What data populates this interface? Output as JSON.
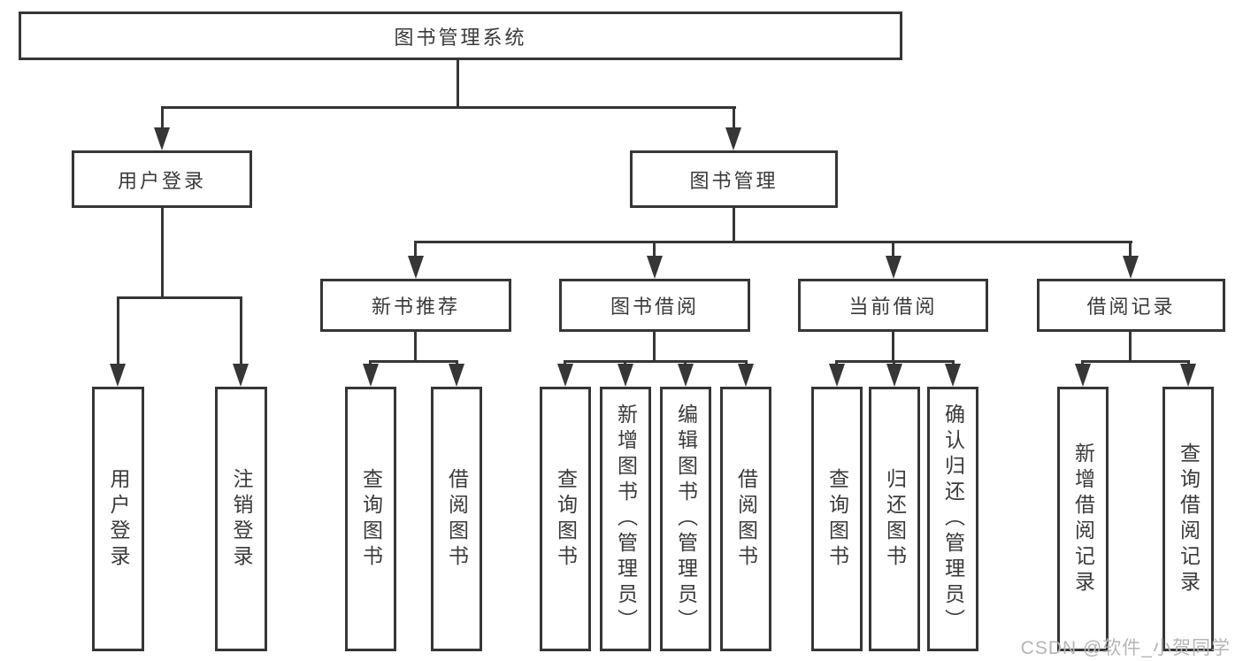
{
  "diagram": {
    "title": "图书管理系统",
    "level2": {
      "user_login": "用户登录",
      "book_mgmt": "图书管理"
    },
    "level3": {
      "new_book": "新书推荐",
      "book_borrow": "图书借阅",
      "current_borrow": "当前借阅",
      "borrow_record": "借阅记录"
    },
    "leaves": {
      "user_login": [
        "用户登录",
        "注销登录"
      ],
      "new_book": [
        "查询图书",
        "借阅图书"
      ],
      "book_borrow": [
        "查询图书",
        "新增图书（管理员）",
        "编辑图书（管理员）",
        "借阅图书"
      ],
      "current_borrow": [
        "查询图书",
        "归还图书",
        "确认归还（管理员）"
      ],
      "borrow_record": [
        "新增借阅记录",
        "查询借阅记录"
      ]
    }
  },
  "watermark": "CSDN @软件_小贺同学",
  "colors": {
    "line": "#363636",
    "text": "#3a3a3a",
    "watermark": "#b5b5b5",
    "background": "#ffffff"
  }
}
